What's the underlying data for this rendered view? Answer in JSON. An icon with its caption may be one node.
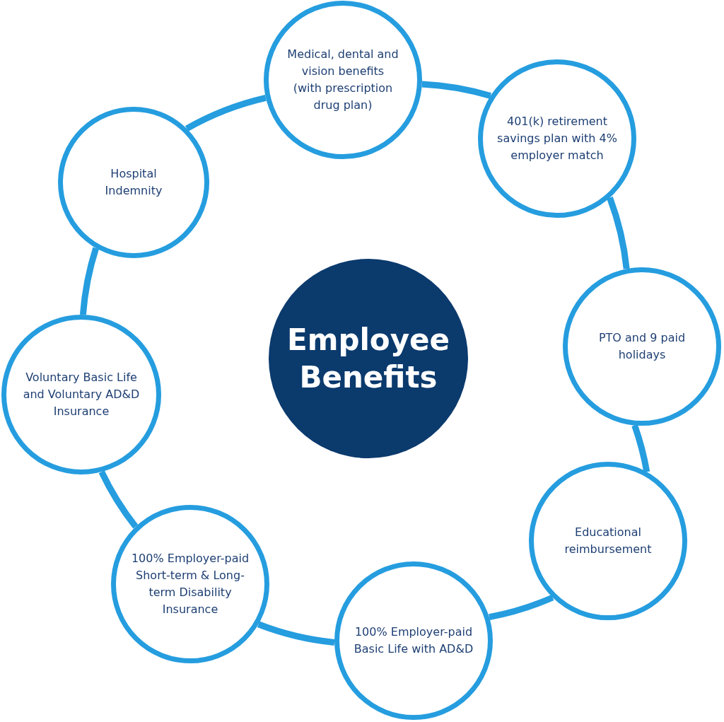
{
  "diagram": {
    "nodes": [
      {
        "text": [
          "Employee Benefits"
        ]
      },
      {
        "text": [
          "Medical, dental and vision benefits (with prescription drug plan)"
        ]
      },
      {
        "text": [
          "401(k) retirement savings plan with 4% employer match"
        ]
      },
      {
        "text": [
          "PTO and 9 paid holidays"
        ]
      },
      {
        "text": [
          "Educational reimbursement"
        ]
      },
      {
        "text": [
          "100% Employer-paid Basic Life with AD&D"
        ]
      },
      {
        "text": [
          "100% Employer-paid Short-term & Long-term Disability Insurance"
        ]
      },
      {
        "text": [
          "Voluntary Basic Life and Voluntary AD&D Insurance"
        ]
      },
      {
        "text": [
          "Hospital Indemnity"
        ]
      }
    ],
    "edges": [
      {
        "from": 1,
        "to": 2,
        "arrow": "none"
      },
      {
        "from": 2,
        "to": 3,
        "arrow": "none"
      },
      {
        "from": 3,
        "to": 4,
        "arrow": "none"
      },
      {
        "from": 4,
        "to": 5,
        "arrow": "none"
      },
      {
        "from": 5,
        "to": 6,
        "arrow": "none"
      },
      {
        "from": 6,
        "to": 7,
        "arrow": "none"
      },
      {
        "from": 7,
        "to": 8,
        "arrow": "none"
      },
      {
        "from": 8,
        "to": 1,
        "arrow": "none"
      }
    ]
  }
}
